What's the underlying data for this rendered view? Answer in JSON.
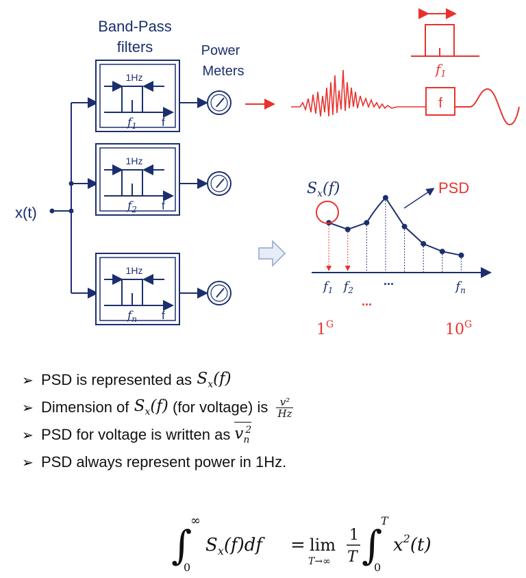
{
  "diagram": {
    "band_pass_label": [
      "Band-Pass",
      "filters"
    ],
    "power_meter_label": [
      "Power",
      "Meters"
    ],
    "input_label": "x(t)",
    "filter_bandwidth": "1Hz",
    "filters": [
      {
        "center": "f",
        "sub": "1",
        "axis": "f"
      },
      {
        "center": "f",
        "sub": "2",
        "axis": "f"
      },
      {
        "center": "f",
        "sub": "n",
        "axis": "f"
      }
    ],
    "spectrum_top_label": "f",
    "spectrum_top_sub": "1",
    "signal_box_label": "f",
    "psd_label": "PSD",
    "sx_label": "S",
    "sx_sub": "x",
    "sx_arg": "(f)",
    "psd_axis_labels": [
      {
        "t": "f",
        "s": "1"
      },
      {
        "t": "f",
        "s": "2"
      },
      {
        "t": "f",
        "s": "n"
      }
    ],
    "ellipsis_upper": "...",
    "ellipsis_lower": "...",
    "range_low": "1",
    "range_low_sup": "G",
    "range_high": "10",
    "range_high_sup": "G",
    "accent_color": "#e8322d",
    "navy_color": "#1b2f6e"
  },
  "psd_curve_points": [
    {
      "x": 1,
      "y": 0.52
    },
    {
      "x": 2,
      "y": 0.45
    },
    {
      "x": 3,
      "y": 0.52
    },
    {
      "x": 4,
      "y": 0.78
    },
    {
      "x": 5,
      "y": 0.48
    },
    {
      "x": 6,
      "y": 0.3
    },
    {
      "x": 7,
      "y": 0.22
    },
    {
      "x": 8,
      "y": 0.18
    }
  ],
  "bullets": [
    {
      "text": "PSD is represented as "
    },
    {
      "text": "Dimension of ",
      "mid": " (for voltage) is "
    },
    {
      "text": "PSD for voltage is written as "
    },
    {
      "text": "PSD always represent power in 1Hz."
    }
  ],
  "math": {
    "sx": "S",
    "sx_sub": "x",
    "sx_arg": "(f)",
    "frac_num": "v²",
    "frac_den": "Hz",
    "vn": "v",
    "vn_sup": "2",
    "vn_sub": "n"
  },
  "equation": {
    "int_upper": "∞",
    "int_lower": "0",
    "integrand": "S",
    "integrand_sub": "x",
    "integrand_rest": "(f)df",
    "eq": "=",
    "lim": "lim",
    "lim_sub": "T→∞",
    "one": "1",
    "T": "T",
    "int2_upper": "T",
    "int2_lower": "0",
    "integrand2": "x",
    "integrand2_sup": "2",
    "integrand2_rest": "(t)"
  }
}
